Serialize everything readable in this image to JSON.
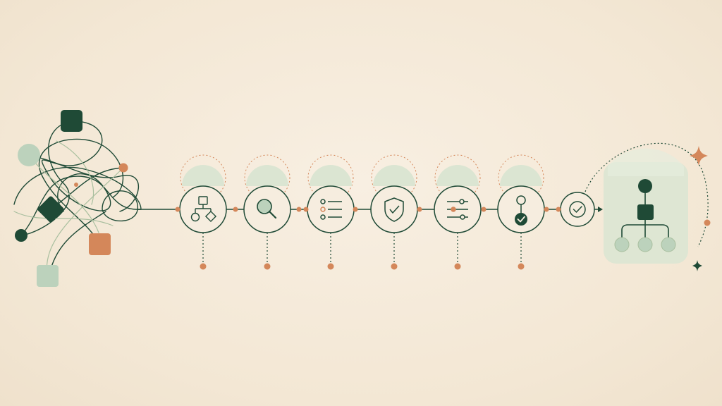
{
  "colors": {
    "background": "#f5ead9",
    "dark_green": "#1f4a36",
    "sage": "#bcd2bc",
    "sage_light": "#dbe5d2",
    "accent_orange": "#d4875a",
    "circle_fill": "#f6eddf"
  },
  "input": {
    "nodes": [
      {
        "shape": "square",
        "color": "dark_green"
      },
      {
        "shape": "circle",
        "color": "sage"
      },
      {
        "shape": "circle",
        "color": "accent_orange"
      },
      {
        "shape": "diamond",
        "color": "dark_green"
      },
      {
        "shape": "circle",
        "color": "dark_green"
      },
      {
        "shape": "square",
        "color": "accent_orange"
      },
      {
        "shape": "square",
        "color": "sage"
      }
    ]
  },
  "pipeline": {
    "steps": [
      {
        "icon": "flowchart-icon"
      },
      {
        "icon": "magnifier-icon"
      },
      {
        "icon": "checklist-icon"
      },
      {
        "icon": "shield-check-icon"
      },
      {
        "icon": "sliders-icon"
      },
      {
        "icon": "node-verified-icon"
      },
      {
        "icon": "check-circle-icon"
      }
    ]
  },
  "output": {
    "icon": "hierarchy-tree-icon",
    "decorations": [
      "sparkle-icon",
      "small-sparkle-icon"
    ]
  }
}
